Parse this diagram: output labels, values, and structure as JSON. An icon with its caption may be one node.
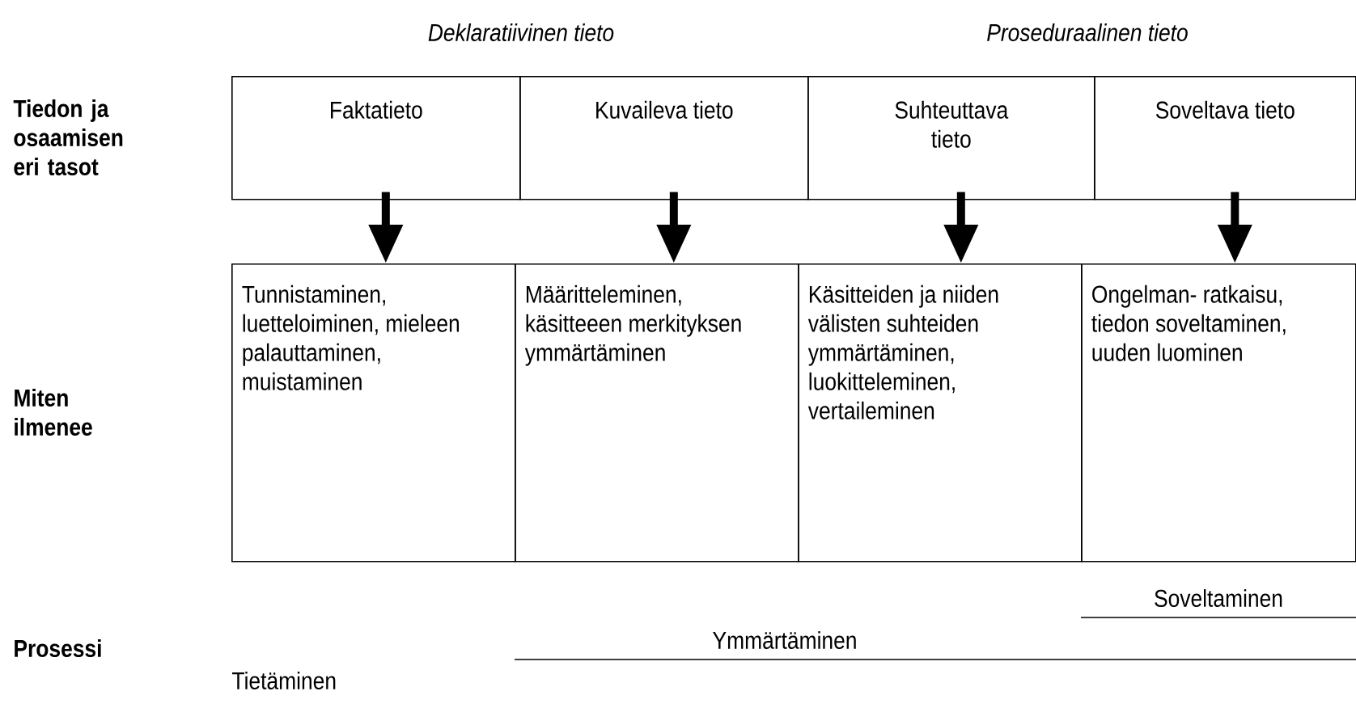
{
  "diagram": {
    "nodes": [
      {
        "text": [
          "Faktatieto"
        ]
      },
      {
        "text": [
          "Kuvaileva tieto"
        ]
      },
      {
        "text": [
          "Suhteuttava tieto"
        ]
      },
      {
        "text": [
          "Soveltava tieto"
        ]
      },
      {
        "text": [
          "Tunnistaminen, luetteloiminen, mieleen palauttaminen, muistaminen"
        ]
      },
      {
        "text": [
          "Määritteleminen, käsitteeen merkityksen ymmärtäminen"
        ]
      },
      {
        "text": [
          "Käsitteiden ja niiden välisten suhteiden ymmärtäminen, luokitteleminen, vertaileminen"
        ]
      },
      {
        "text": [
          "Ongelman- ratkaisu, tiedon soveltaminen, uuden luominen"
        ]
      }
    ],
    "edges": [
      {
        "from": 0,
        "to": 4,
        "arrow": "to"
      },
      {
        "from": 1,
        "to": 5,
        "arrow": "to"
      },
      {
        "from": 2,
        "to": 6,
        "arrow": "to"
      },
      {
        "from": 3,
        "to": 7,
        "arrow": "to"
      }
    ],
    "labels": [
      "Deklaratiivinen tieto",
      "Proseduraalinen tieto",
      "Tiedon ja osaamisen eri tasot",
      "Miten ilmenee",
      "Soveltaminen",
      "Prosessi",
      "Ymmärtäminen",
      "Tietäminen"
    ]
  }
}
